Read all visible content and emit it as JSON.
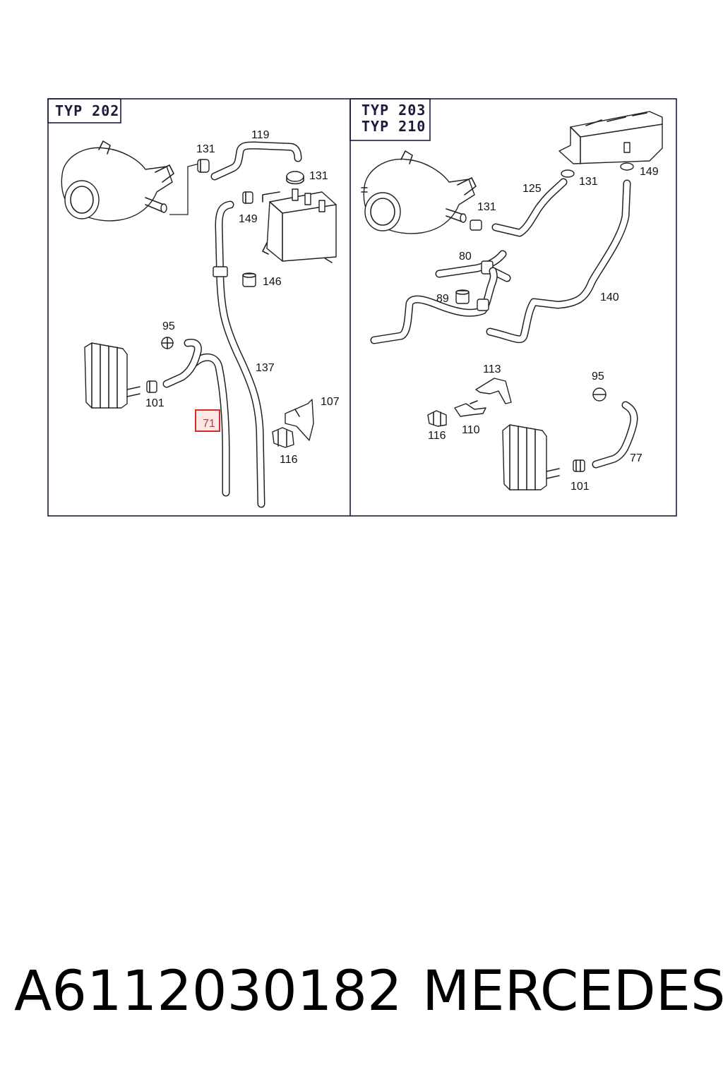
{
  "panels": [
    {
      "title_lines": [
        "TYP 202"
      ]
    },
    {
      "title_lines": [
        "TYP 203",
        "TYP 210"
      ]
    }
  ],
  "callouts_left": [
    "131",
    "119",
    "131",
    "149",
    "146",
    "95",
    "137",
    "101",
    "107",
    "116"
  ],
  "callouts_right": [
    "125",
    "131",
    "149",
    "131",
    "80",
    "89",
    "140",
    "113",
    "95",
    "116",
    "110",
    "77",
    "101"
  ],
  "highlighted_callout": "71",
  "footer": {
    "part_number": "A6112030182",
    "brand": "MERCEDES"
  }
}
